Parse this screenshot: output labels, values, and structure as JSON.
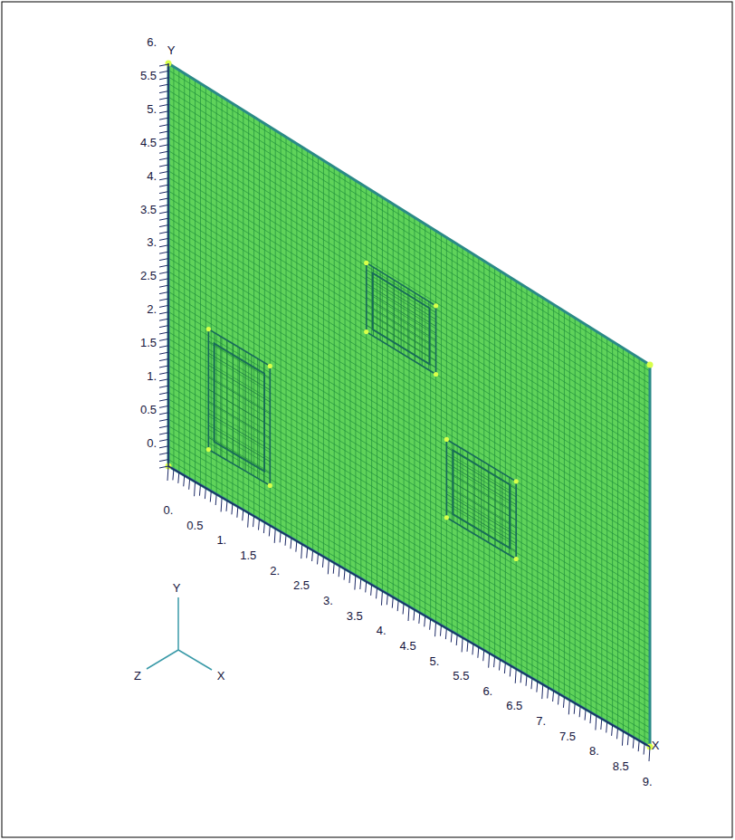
{
  "diagram": {
    "labels": [
      "Y",
      "6.",
      "5.5",
      "5.",
      "4.5",
      "4.",
      "3.5",
      "3.",
      "2.5",
      "2.",
      "1.5",
      "1.",
      "0.5",
      "0.",
      "0.",
      "0.5",
      "1.",
      "1.5",
      "2.",
      "2.5",
      "3.",
      "3.5",
      "4.",
      "4.5",
      "5.",
      "5.5",
      "6.",
      "6.5",
      "7.",
      "7.5",
      "8.",
      "8.5",
      "9.",
      "X",
      "Y",
      "Z",
      "X"
    ]
  }
}
